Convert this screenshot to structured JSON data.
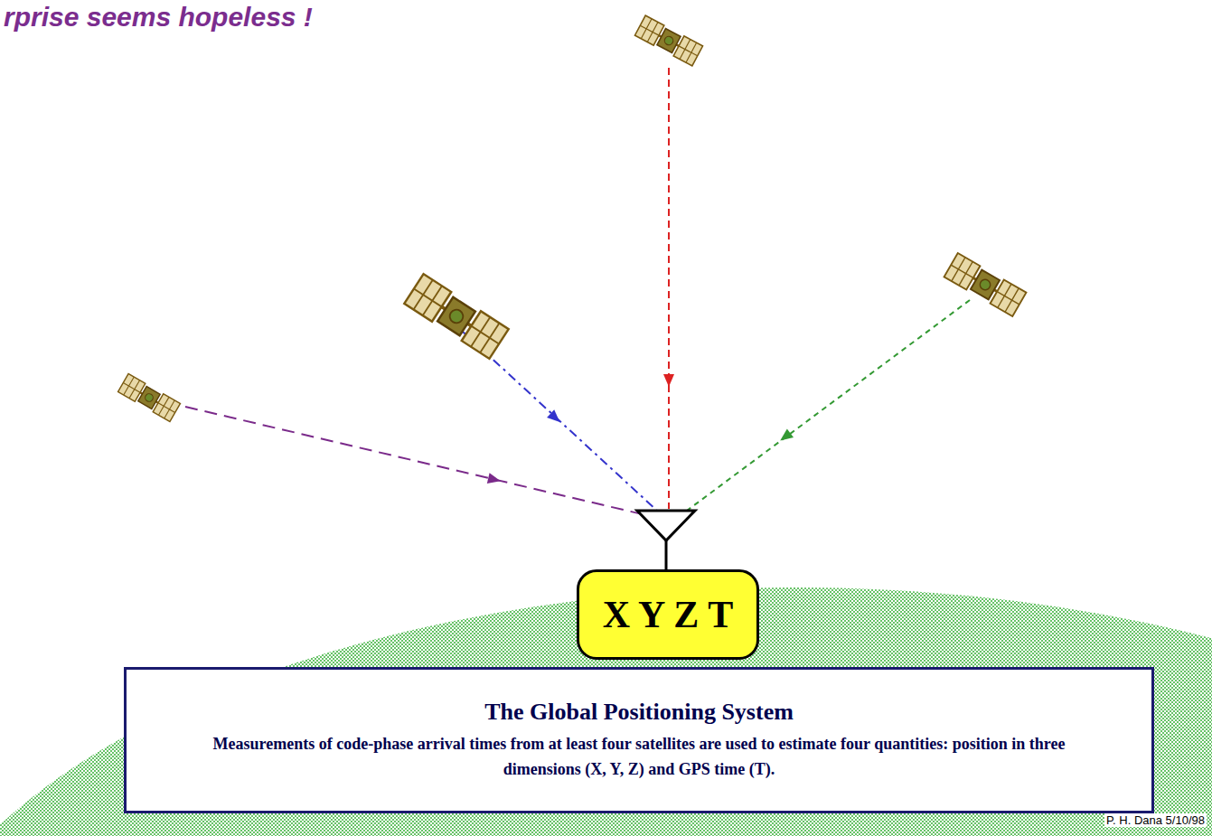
{
  "diagram": {
    "nodes": [
      {
        "text": [
          "X Y Z T"
        ]
      },
      {
        "text": [
          "The Global Positioning System",
          "Measurements of code-phase arrival times from at least four satellites are used to estimate four quantities: position in three dimensions (X, Y, Z) and GPS time (T)."
        ]
      }
    ],
    "labels": [
      "rprise seems hopeless !",
      "P. H. Dana 5/10/98"
    ]
  }
}
